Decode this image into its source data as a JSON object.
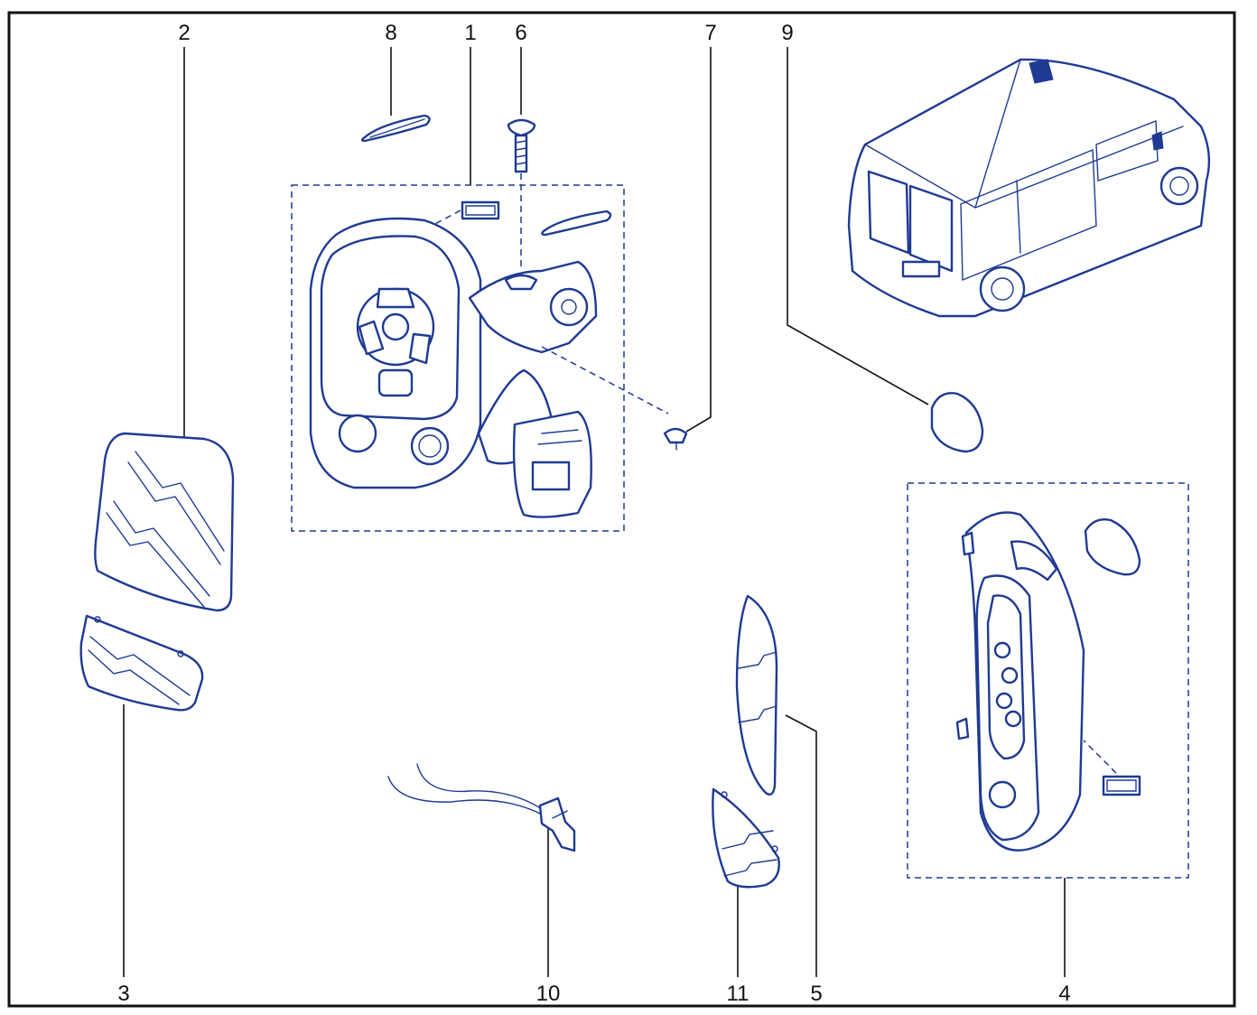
{
  "diagram": {
    "callouts": [
      {
        "id": "2",
        "label": "2"
      },
      {
        "id": "8",
        "label": "8"
      },
      {
        "id": "1",
        "label": "1"
      },
      {
        "id": "6",
        "label": "6"
      },
      {
        "id": "7",
        "label": "7"
      },
      {
        "id": "9",
        "label": "9"
      },
      {
        "id": "3",
        "label": "3"
      },
      {
        "id": "10",
        "label": "10"
      },
      {
        "id": "11",
        "label": "11"
      },
      {
        "id": "5",
        "label": "5"
      },
      {
        "id": "4",
        "label": "4"
      }
    ],
    "colors": {
      "line": "#1f3a93",
      "frame": "#111111",
      "background": "#ffffff"
    }
  }
}
